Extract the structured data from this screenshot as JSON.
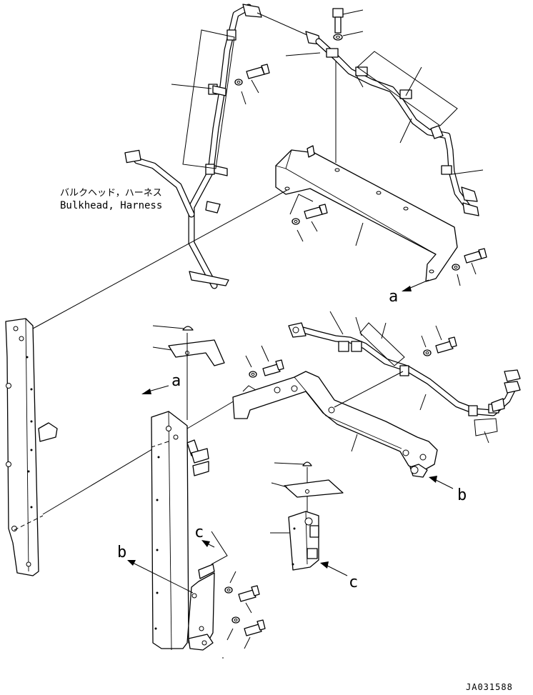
{
  "diagram": {
    "harness_label_jp": "バルクヘッド，ハーネス",
    "harness_label_en": "Bulkhead, Harness",
    "ref_a_upper": "a",
    "ref_a_lower": "a",
    "ref_b_right": "b",
    "ref_b_left": "b",
    "ref_c_left": "c",
    "ref_c_right": "c",
    "drawing_code": "JA031588"
  }
}
